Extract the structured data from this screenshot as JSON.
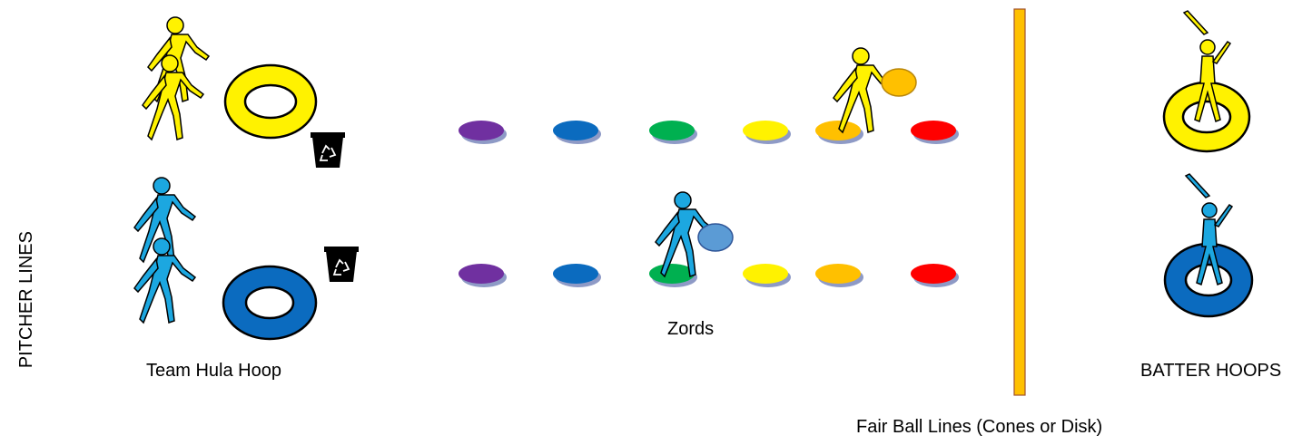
{
  "labels": {
    "pitcher_lines": "PITCHER LINES",
    "team_hula_hoop": "Team Hula Hoop",
    "zords": "Zords",
    "batter_hoops": "BATTER HOOPS",
    "fair_ball_lines": "Fair Ball Lines (Cones or Disk)"
  },
  "colors": {
    "yellow_team": "#FFF200",
    "blue_team": "#1CA7E0",
    "yellow_hoop": "#FFF200",
    "blue_hoop": "#0B6BBF",
    "fair_line": "#FFC000",
    "ball_yellow": "#FFC000",
    "ball_blue": "#5B9BD5",
    "trash": "#000000",
    "disk_shadow": "#8E9AC6"
  },
  "zords": [
    {
      "name": "purple",
      "color": "#7030A0"
    },
    {
      "name": "blue",
      "color": "#0B6BBF"
    },
    {
      "name": "green",
      "color": "#00B050"
    },
    {
      "name": "yellow",
      "color": "#FFF200"
    },
    {
      "name": "orange",
      "color": "#FFC000"
    },
    {
      "name": "red",
      "color": "#FF0000"
    }
  ],
  "icons": [
    "walking-person-icon",
    "running-pitcher-icon",
    "batter-icon",
    "recycle-bin-icon",
    "hula-hoop-icon",
    "disk-cone-icon",
    "ball-icon"
  ]
}
